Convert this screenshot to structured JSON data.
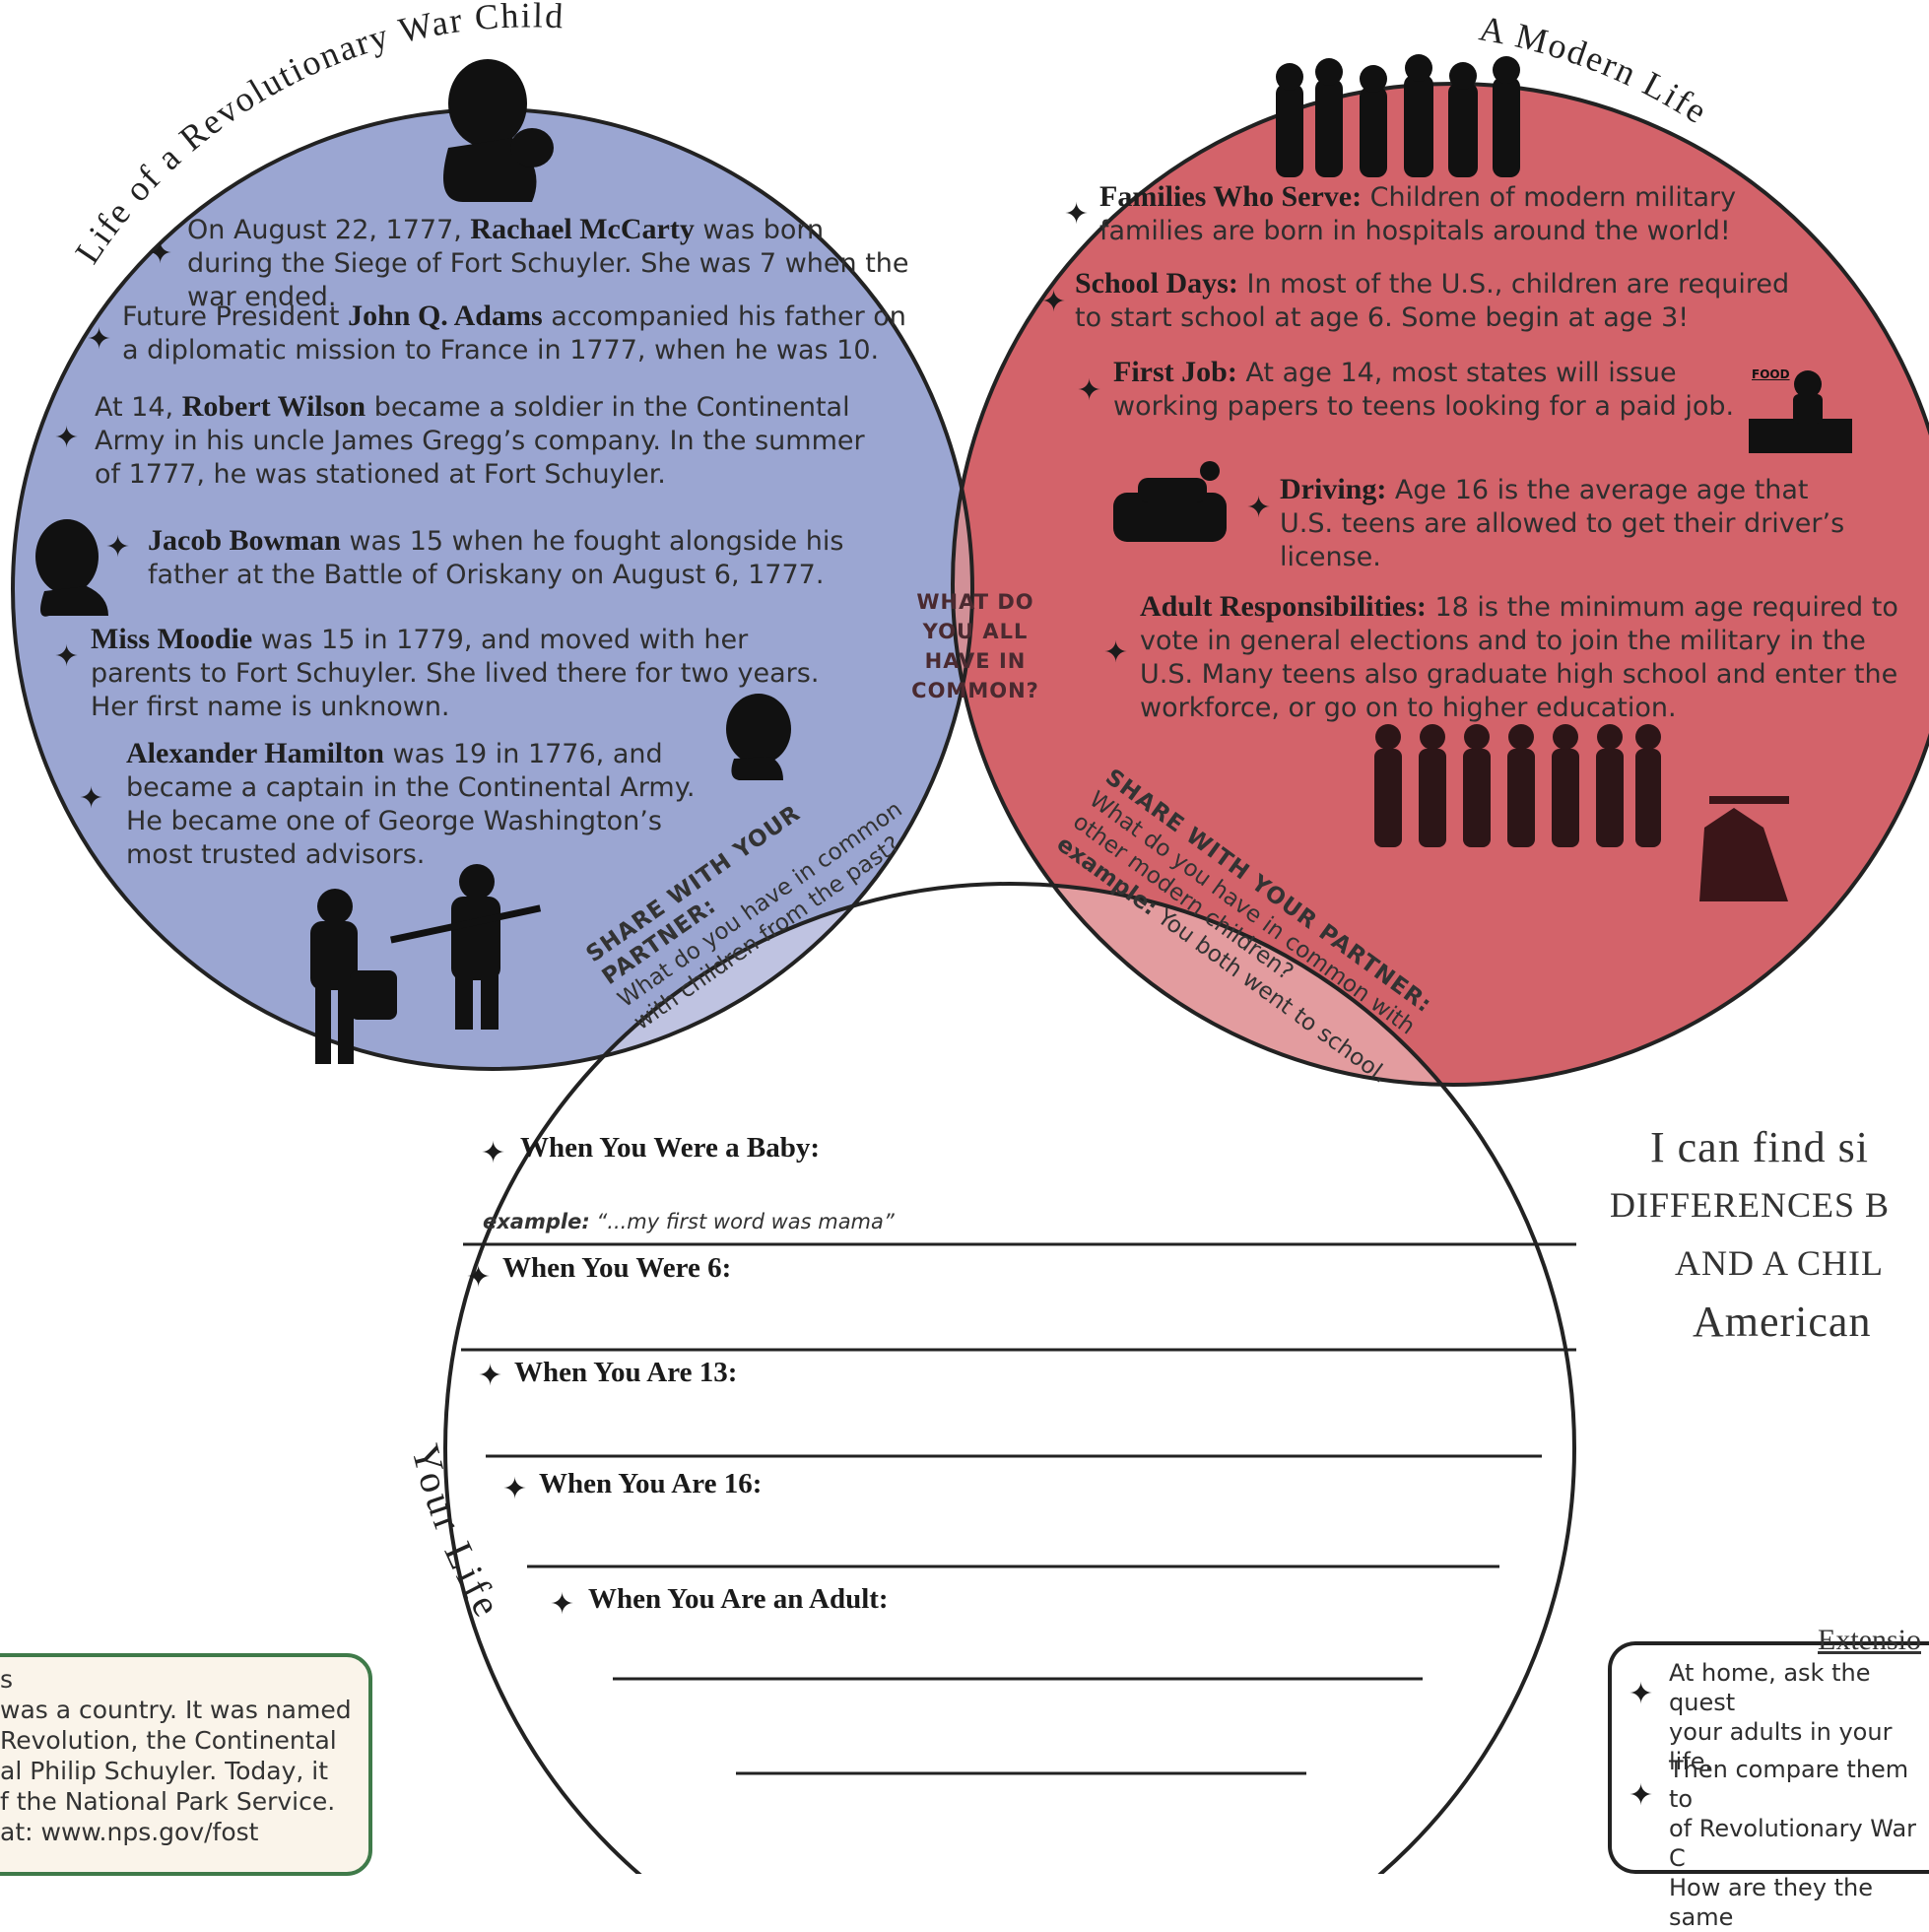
{
  "colors": {
    "blue_circle": "#9ba6d2",
    "red_circle": "#d3636a",
    "overlap_top": "#d29097",
    "blue_bottom": "#bfc3e1",
    "red_bottom": "#e39c9f",
    "center": "#ecc9cd",
    "note_border": "#3f7a49"
  },
  "titles": {
    "past": "Life of a Revolutionary War Child",
    "modern": "A Modern Life",
    "yours": "Your Life"
  },
  "past_items": [
    {
      "pre": "On August 22, 1777, ",
      "name": "Rachael McCarty",
      "post": " was born during the Siege of Fort Schuyler. She was 7 when the war ended."
    },
    {
      "pre": "Future President ",
      "name": "John Q. Adams",
      "post": " accompanied his father on a diplomatic mission to France in 1777, when he was 10."
    },
    {
      "pre": "At 14, ",
      "name": "Robert Wilson",
      "post": " became a soldier in the Continental Army in his uncle James Gregg’s company. In the summer of 1777, he was stationed at Fort Schuyler."
    },
    {
      "pre": "",
      "name": "Jacob Bowman",
      "post": " was 15 when he fought alongside his father at the Battle of Oriskany on August 6, 1777."
    },
    {
      "pre": "",
      "name": "Miss Moodie",
      "post": " was 15 in 1779, and moved with her parents to Fort Schuyler. She lived there for two years. Her first name is unknown."
    },
    {
      "pre": "",
      "name": "Alexander Hamilton",
      "post": " was 19 in 1776, and became a captain in the Continental Army. He became one of George Washington’s most trusted advisors."
    }
  ],
  "modern_items": [
    {
      "head": "Families Who Serve:",
      "body": " Children of modern military families are born in hospitals around the world!"
    },
    {
      "head": "School Days:",
      "body": " In most of the U.S., children are required to start school at age 6. Some begin at age 3!"
    },
    {
      "head": "First Job:",
      "body": " At age 14, most states will issue working papers to teens looking for a paid job."
    },
    {
      "head": "Driving:",
      "body": " Age 16 is the average age that U.S. teens are allowed to get their driver’s license."
    },
    {
      "head": "Adult Responsibilities:",
      "body": " 18 is the minimum age required to vote in general elections and to join the military in the U.S. Many teens also graduate high school and enter the workforce, or go on to higher education."
    }
  ],
  "food_sign": "FOOD",
  "center_question": "What do you all have in common?",
  "share_left": {
    "label": "Share with your partner:",
    "l1": "What do you have in common",
    "l2": "with children from the past?"
  },
  "share_right": {
    "label": "Share with your partner:",
    "l1": "What do you have in common with",
    "l2": "other modern children?",
    "ex_label": "example:",
    "ex_text": " You both went to school."
  },
  "your_life": {
    "prompts": [
      "When You Were a Baby:",
      "When You Were 6:",
      "When You Are 13:",
      "When You Are 16:",
      "When You Are an Adult:"
    ],
    "example_label": "example:",
    "example_text": " “...my first word was mama”"
  },
  "goal": [
    "I can find si",
    "differences b",
    "and a chil",
    "American"
  ],
  "extension": {
    "title": "Extensio",
    "items": [
      [
        "At home, ask the quest",
        "your adults in your life."
      ],
      [
        "Then compare them to",
        "of Revolutionary War C",
        "How are they the same"
      ]
    ]
  },
  "note": [
    "s",
    "was a country. It was named",
    " Revolution, the Continental",
    "al Philip Schuyler. Today, it",
    "f the National Park Service.",
    "at: www.nps.gov/fost"
  ]
}
